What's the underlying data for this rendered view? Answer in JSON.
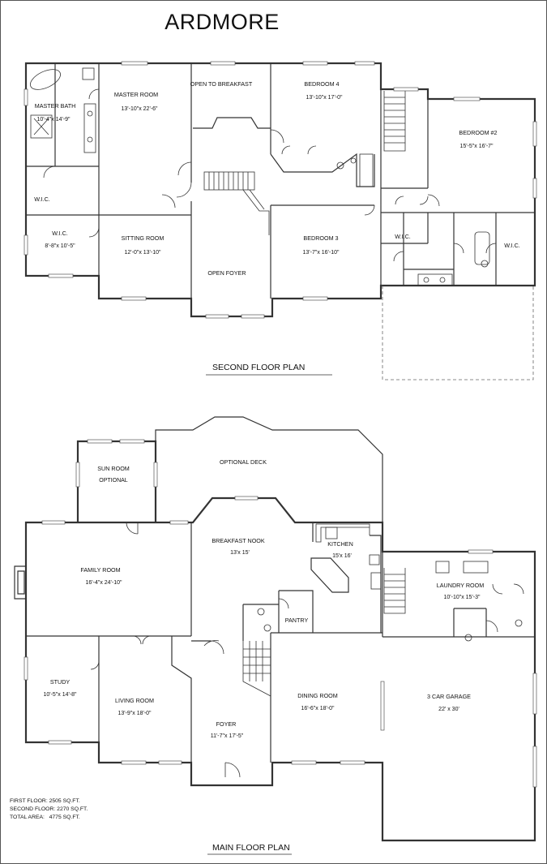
{
  "title": "ARDMORE",
  "second_floor": {
    "title": "SECOND FLOOR PLAN",
    "rooms": [
      {
        "name": "MASTER BATH",
        "dim": "10'-4\"x 14'-9\""
      },
      {
        "name": "MASTER ROOM",
        "dim": "13'-10\"x 22'-6\""
      },
      {
        "name": "OPEN TO BREAKFAST",
        "dim": ""
      },
      {
        "name": "BEDROOM 4",
        "dim": "13'-10\"x 17'-0\""
      },
      {
        "name": "BEDROOM #2",
        "dim": "15'-5\"x 16'-7\""
      },
      {
        "name": "W.I.C.",
        "dim": ""
      },
      {
        "name": "W.I.C.",
        "dim": "8'-8\"x 10'-5\""
      },
      {
        "name": "SITTING ROOM",
        "dim": "12'-0\"x 13'-10\""
      },
      {
        "name": "OPEN FOYER",
        "dim": ""
      },
      {
        "name": "BEDROOM 3",
        "dim": "13'-7\"x 16'-10\""
      },
      {
        "name": "W.I.C.",
        "dim": ""
      },
      {
        "name": "W.I.C.",
        "dim": ""
      }
    ]
  },
  "main_floor": {
    "title": "MAIN FLOOR PLAN",
    "rooms": [
      {
        "name": "SUN ROOM",
        "dim": "OPTIONAL"
      },
      {
        "name": "OPTIONAL DECK",
        "dim": ""
      },
      {
        "name": "BREAKFAST NOOK",
        "dim": "13'x 15'"
      },
      {
        "name": "KITCHEN",
        "dim": "15'x 16'"
      },
      {
        "name": "FAMILY ROOM",
        "dim": "16'-4\"x 24'-10\""
      },
      {
        "name": "LAUNDRY ROOM",
        "dim": "10'-10\"x 15'-3\""
      },
      {
        "name": "PANTRY",
        "dim": ""
      },
      {
        "name": "STUDY",
        "dim": "10'-5\"x 14'-8\""
      },
      {
        "name": "LIVING ROOM",
        "dim": "13'-9\"x 18'-0\""
      },
      {
        "name": "FOYER",
        "dim": "11'-7\"x 17'-5\""
      },
      {
        "name": "DINING ROOM",
        "dim": "16'-6\"x 18'-0\""
      },
      {
        "name": "3 CAR GARAGE",
        "dim": "22' x 30'"
      }
    ]
  },
  "areas": [
    "FIRST FLOOR: 2505 SQ.FT.",
    "SECOND FLOOR: 2270 SQ.FT.",
    "TOTAL AREA:   4775 SQ.FT."
  ],
  "colors": {
    "line": "#333333",
    "text": "#111111",
    "background": "#ffffff"
  }
}
